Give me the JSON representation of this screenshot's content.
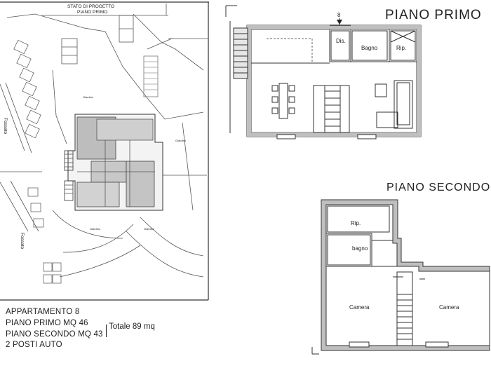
{
  "site_plan": {
    "header_line1": "STATO DI PROGETTO",
    "header_line2": "PIANO PRIMO",
    "label_fossato_1": "Fossato",
    "label_fossato_2": "Fossato",
    "label_giardino": "Giardino"
  },
  "info": {
    "line1": "APPARTAMENTO 8",
    "line2": "PIANO PRIMO MQ 46",
    "line3": "PIANO SECONDO MQ 43",
    "line4": "2 POSTI AUTO",
    "total": "Totale 89 mq"
  },
  "piano_primo": {
    "title": "PIANO PRIMO",
    "unit_number": "8",
    "rooms": {
      "dis": "Dis.",
      "bagno": "Bagno",
      "rip": "Rip."
    }
  },
  "piano_secondo": {
    "title": "PIANO SECONDO",
    "rooms": {
      "rip": "Rip.",
      "bagno": "bagno",
      "camera_left": "Camera",
      "camera_right": "Camera"
    }
  }
}
